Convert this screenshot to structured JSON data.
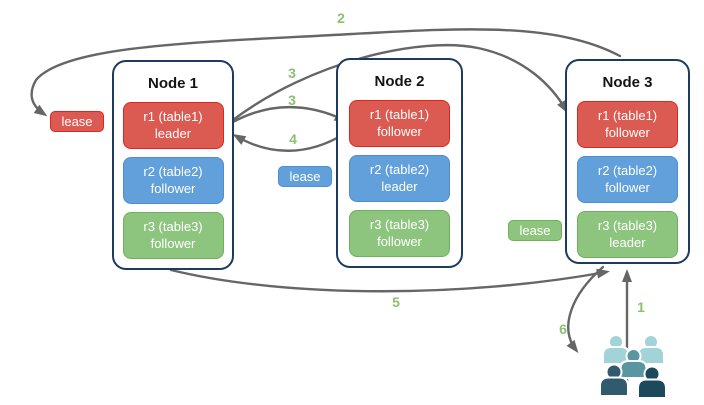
{
  "nodes": [
    {
      "title": "Node 1",
      "replicas": [
        {
          "range": "r1 (table1)",
          "role": "leader",
          "color": "red"
        },
        {
          "range": "r2 (table2)",
          "role": "follower",
          "color": "blue"
        },
        {
          "range": "r3 (table3)",
          "role": "follower",
          "color": "green"
        }
      ]
    },
    {
      "title": "Node 2",
      "replicas": [
        {
          "range": "r1 (table1)",
          "role": "follower",
          "color": "red"
        },
        {
          "range": "r2 (table2)",
          "role": "leader",
          "color": "blue"
        },
        {
          "range": "r3 (table3)",
          "role": "follower",
          "color": "green"
        }
      ]
    },
    {
      "title": "Node 3",
      "replicas": [
        {
          "range": "r1 (table1)",
          "role": "follower",
          "color": "red"
        },
        {
          "range": "r2 (table2)",
          "role": "follower",
          "color": "blue"
        },
        {
          "range": "r3 (table3)",
          "role": "leader",
          "color": "green"
        }
      ]
    }
  ],
  "leases": [
    {
      "label": "lease",
      "color": "red"
    },
    {
      "label": "lease",
      "color": "blue"
    },
    {
      "label": "lease",
      "color": "green"
    }
  ],
  "steps": [
    "1",
    "2",
    "3",
    "3",
    "4",
    "5",
    "6"
  ],
  "icons": {
    "users": "users-group-icon"
  },
  "colors": {
    "red": "#db5a52",
    "redBorder": "#e0261c",
    "blue": "#62a0db",
    "blueBorder": "#4e8ecf",
    "green": "#8dc57e",
    "greenBorder": "#6fb05e",
    "nodeBorder": "#1d3a60",
    "arrow": "#666666",
    "stepLabel": "#8ac073",
    "usersLight": "#a2d3d8",
    "usersMedium": "#5a96a1",
    "usersDarkSlate": "#315a6e",
    "usersDarkTeal": "#1c4a5c"
  }
}
